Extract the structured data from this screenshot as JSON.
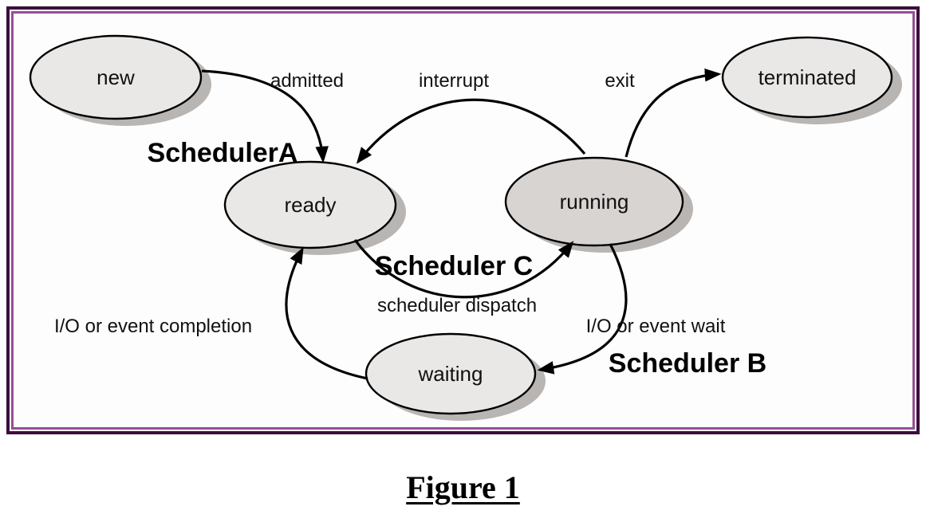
{
  "diagram": {
    "states": {
      "new": "new",
      "ready": "ready",
      "running": "running",
      "waiting": "waiting",
      "terminated": "terminated"
    },
    "transitions": {
      "admitted": "admitted",
      "interrupt": "interrupt",
      "exit": "exit",
      "scheduler_dispatch": "scheduler dispatch",
      "io_event_wait": "I/O or event wait",
      "io_event_completion": "I/O or event completion"
    },
    "annotations": {
      "scheduler_a": "SchedulerA",
      "scheduler_b": "Scheduler B",
      "scheduler_c": "Scheduler C"
    },
    "colors": {
      "frame_border_outer": "#3c0e3e",
      "frame_border_inner": "#945093",
      "state_fill": "#eae8e7",
      "running_fill": "#d8d4d2",
      "shadow": "#b9b5b3",
      "arrow": "#000000"
    }
  },
  "caption": "Figure 1"
}
